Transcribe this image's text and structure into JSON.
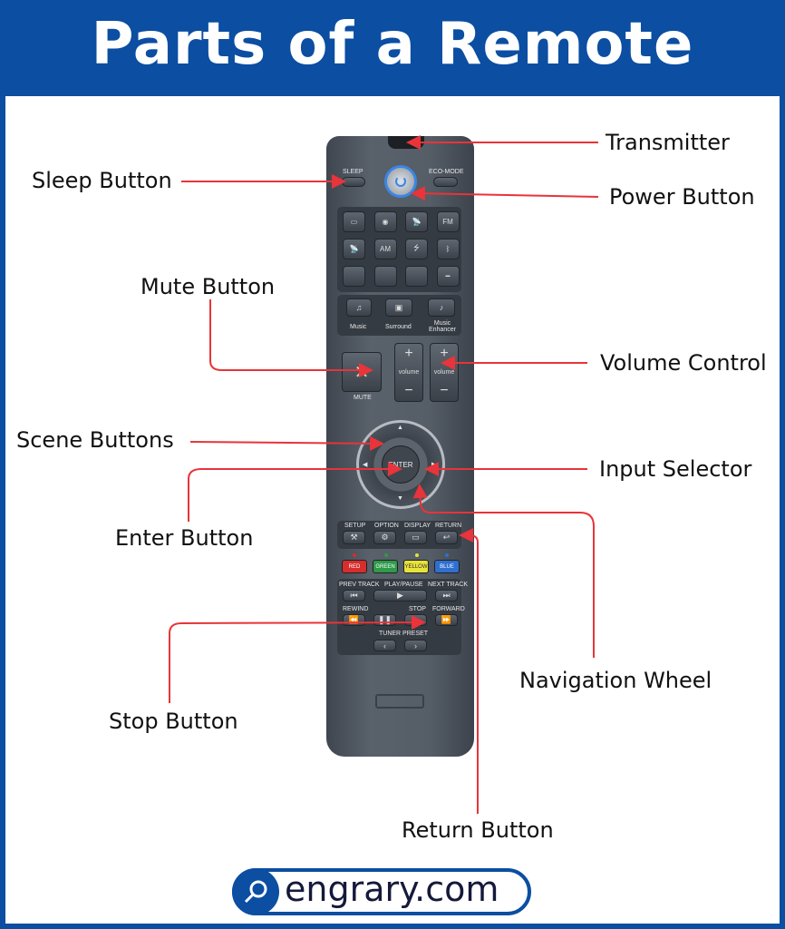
{
  "title": "Parts of a Remote",
  "labels": {
    "transmitter": "Transmitter",
    "power": "Power Button",
    "sleep": "Sleep Button",
    "mute": "Mute Button",
    "volume": "Volume Control",
    "scene": "Scene Buttons",
    "input": "Input Selector",
    "enter": "Enter Button",
    "navigation": "Navigation Wheel",
    "stop": "Stop Button",
    "return": "Return Button"
  },
  "remote": {
    "sleep": "SLEEP",
    "eco_mode": "ECO-MODE",
    "music": "Music",
    "surround": "Surround",
    "music_enhancer": "Music Enhancer",
    "volume": "volume",
    "mute": "MUTE",
    "enter": "ENTER",
    "setup": "SETUP",
    "option": "OPTION",
    "display": "DISPLAY",
    "return": "RETURN",
    "red": "RED",
    "green": "GREEN",
    "yellow": "YELLOW",
    "blue": "BLUE",
    "prev_track": "PREV TRACK",
    "play_pause": "PLAY/PAUSE",
    "next_track": "NEXT TRACK",
    "rewind": "REWIND",
    "stop": "STOP",
    "forward": "FORWARD",
    "tuner_preset": "TUNER PRESET"
  },
  "colors": {
    "brand": "#0b4ea2",
    "arrow": "#e8343a",
    "red": "#d62d2d",
    "green": "#2e9a4a",
    "yellow": "#e8e23a",
    "blue": "#2f6fd0"
  },
  "footer": {
    "site": "engrary.com",
    "icon": "search-icon"
  }
}
